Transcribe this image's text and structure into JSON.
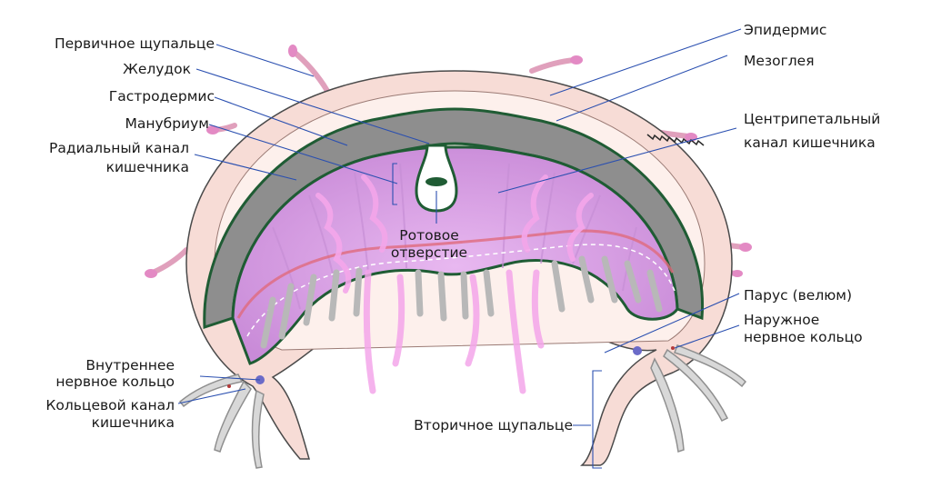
{
  "labels": {
    "primary_tentacle": "Первичное щупальце",
    "stomach": "Желудок",
    "gastrodermis": "Гастродермис",
    "manubrium": "Манубриум",
    "radial_canal_1": "Радиальный канал",
    "radial_canal_2": "кишечника",
    "mouth_1": "Ротовое",
    "mouth_2": "отверстие",
    "inner_nerve_ring_1": "Внутреннее",
    "inner_nerve_ring_2": "нервное кольцо",
    "ring_canal_1": "Кольцевой канал",
    "ring_canal_2": "кишечника",
    "epidermis": "Эпидермис",
    "mesoglea": "Мезоглея",
    "centripetal_canal_1": "Центрипетальный",
    "centripetal_canal_2": "канал кишечника",
    "velum": "Парус (велюм)",
    "outer_nerve_ring_1": "Наружное",
    "outer_nerve_ring_2": "нервное кольцо",
    "secondary_tentacle": "Вторичное щупальце"
  },
  "colors": {
    "epidermis": "#f7dcd6",
    "mesoglea": "#fdf0ec",
    "stomach": "#8e8e8e",
    "gastrodermis_line": "#1f5c34",
    "subumbrella": "#dfa6e8",
    "gonads": "#f4a6ea",
    "ring_canal": "#e06a7d",
    "tentacle_gray": "#d8d8d8",
    "primary_tentacle": "#e0a0bc",
    "leader": "#2a4fb0",
    "nerve_dot": "#6b6bc8"
  }
}
